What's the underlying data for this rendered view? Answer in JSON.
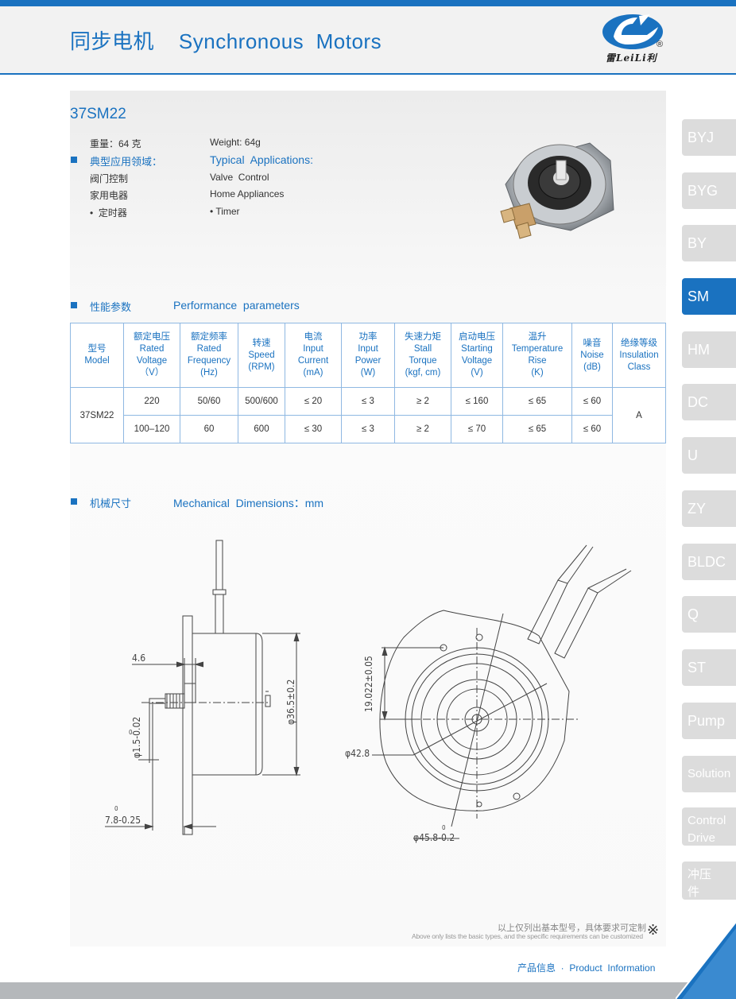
{
  "header": {
    "title_cn": "同步电机",
    "title_en": "Synchronous  Motors",
    "brand": "雷LeiLi利",
    "reg": "®"
  },
  "product": {
    "model": "37SM22",
    "weight_cn": "重量：64 克",
    "weight_en": "Weight: 64g",
    "apps_cn": "典型应用领域：",
    "apps_en": "Typical  Applications:",
    "app1_cn": "阀门控制",
    "app1_en": "Valve  Control",
    "app2_cn": "家用电器",
    "app2_en": "Home Appliances",
    "app3_cn": "•  定时器",
    "app3_en": "• Timer"
  },
  "perf": {
    "title_cn": "性能参数",
    "title_en": "Performance  parameters",
    "headers": [
      [
        "型号",
        "Model"
      ],
      [
        "额定电压",
        "Rated",
        "Voltage",
        "（V）"
      ],
      [
        "额定频率",
        "Rated",
        "Frequency",
        "(Hz)"
      ],
      [
        "转速",
        "Speed",
        "(RPM)"
      ],
      [
        "电流",
        "Input",
        "Current",
        "(mA)"
      ],
      [
        "功率",
        "Input",
        "Power",
        "(W)"
      ],
      [
        "失速力矩",
        "Stall",
        "Torque",
        "(kgf, cm)"
      ],
      [
        "启动电压",
        "Starting",
        "Voltage",
        "(V)"
      ],
      [
        "温升",
        "Temperature",
        "Rise",
        "(K)"
      ],
      [
        "噪音",
        "Noise",
        "(dB)"
      ],
      [
        "绝缘等级",
        "Insulation",
        "Class"
      ]
    ],
    "model": "37SM22",
    "insulation": "A",
    "rows": [
      [
        "220",
        "50/60",
        "500/600",
        "≤ 20",
        "≤ 3",
        "≥ 2",
        "≤ 160",
        "≤ 65",
        "≤ 60"
      ],
      [
        "100–120",
        "60",
        "600",
        "≤ 30",
        "≤ 3",
        "≥ 2",
        "≤ 70",
        "≤ 65",
        "≤ 60"
      ]
    ]
  },
  "mech": {
    "title_cn": "机械尺寸",
    "title_en": "Mechanical  Dimensions：mm",
    "dim_46": "4.6",
    "dim_15": "φ1.5-0.02",
    "dim_78": "7.8-0.25",
    "dim_365": "φ36.5±0.2",
    "dim_19": "19.022±0.05",
    "dim_428": "φ42.8",
    "dim_458": "φ45.8-0.2",
    "zero": "0"
  },
  "tabs": [
    {
      "label": "BYJ"
    },
    {
      "label": "BYG"
    },
    {
      "label": "BY"
    },
    {
      "label": "SM"
    },
    {
      "label": "HM"
    },
    {
      "label": "DC"
    },
    {
      "label": "U"
    },
    {
      "label": "ZY"
    },
    {
      "label": "BLDC"
    },
    {
      "label": "Q"
    },
    {
      "label": "ST"
    },
    {
      "label": "Pump"
    },
    {
      "label": "Solution"
    },
    {
      "label": "Control\nDrive"
    },
    {
      "label": "冲压\n件"
    }
  ],
  "notes": {
    "cn": "以上仅列出基本型号，具体要求可定制",
    "en": "Above only lists the basic types, and the specific requirements can be customized",
    "mark": "※"
  },
  "footer": {
    "text": "产品信息  ·  Product  Information"
  },
  "colors": {
    "accent": "#1a72c0",
    "tab_inactive": "#dcdcdc",
    "table_border": "#8fb8e2"
  }
}
